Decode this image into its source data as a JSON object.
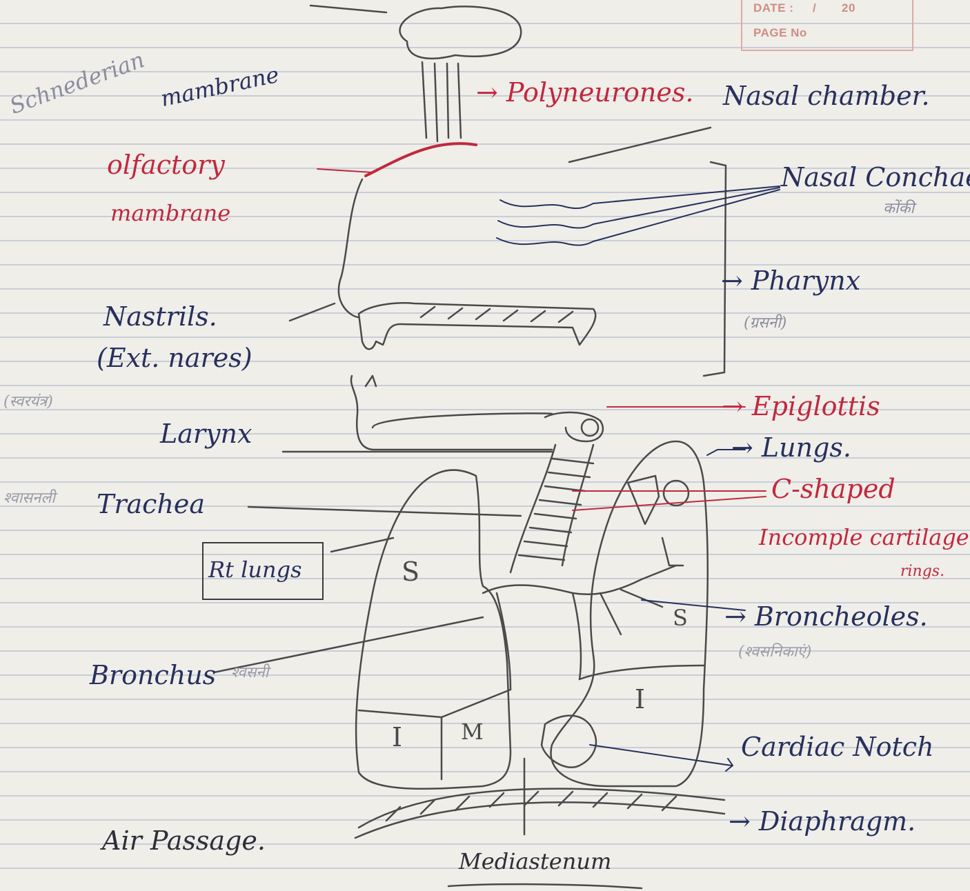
{
  "header": {
    "date_label": "DATE :",
    "date_slash": "/",
    "year": "20",
    "page_label": "PAGE No"
  },
  "labels": {
    "schneiderian_a": "Schnederian",
    "schneiderian_b": "mambrane",
    "olfactory_a": "olfactory",
    "olfactory_b": "mambrane",
    "polyneurones": "→ Polyneurones.",
    "nasal_chamber": "Nasal chamber.",
    "nasal_conchae": "Nasal Conchae",
    "nasal_conchae_hindi": "कोंकी",
    "pharynx": "→ Pharynx",
    "pharynx_hindi": "(ग्रसनी)",
    "nostrils": "Nastrils.",
    "nostrils_sub": "(Ext. nares)",
    "larynx_hindi": "(स्वरयंत्र)",
    "larynx": "Larynx",
    "trachea_hindi": "श्वासनली",
    "trachea": "Trachea",
    "rt_lungs": "Rt lungs",
    "bronchus": "Bronchus",
    "bronchus_hindi": "श्वसनी",
    "epiglottis": "→ Epiglottis",
    "lungs": "→ Lungs.",
    "c_shaped": "C-shaped",
    "incomplete_rings": "Incomple cartilageous",
    "rings": "rings.",
    "broncheoles": "→ Broncheoles.",
    "broncheoles_hindi": "(श्वसनिकाएं)",
    "cardiac_notch": "Cardiac Notch",
    "diaphragm": "→ Diaphragm.",
    "air_passage": "Air Passage.",
    "mediastenum": "Mediastenum",
    "lobe_s_left": "S",
    "lobe_i_left": "I",
    "lobe_m": "M",
    "lobe_s_right": "S",
    "lobe_i_right": "I"
  },
  "colors": {
    "ink_blue": "#27305d",
    "ink_red": "#c2283d",
    "pencil": "#4a4a4a",
    "rule_line": "#c9cdd6",
    "header_pink": "#cf8c84"
  }
}
